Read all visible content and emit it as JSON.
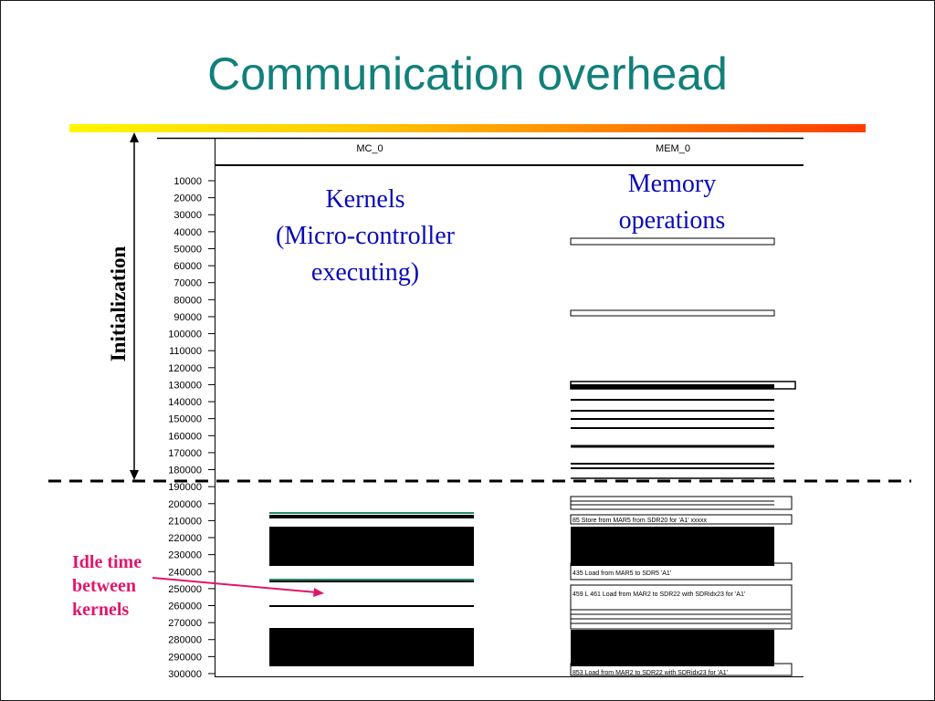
{
  "slide": {
    "title": "Communication overhead",
    "colors": {
      "title": "#12807a",
      "annotation": "#0a0ab8",
      "idle": "#e0166c"
    }
  },
  "timeline": {
    "columns": [
      "MC_0",
      "MEM_0"
    ],
    "y_ticks": [
      "10000",
      "20000",
      "30000",
      "40000",
      "50000",
      "60000",
      "70000",
      "80000",
      "90000",
      "100000",
      "110000",
      "120000",
      "130000",
      "140000",
      "150000",
      "160000",
      "170000",
      "180000",
      "190000",
      "200000",
      "210000",
      "220000",
      "230000",
      "240000",
      "250000",
      "260000",
      "270000",
      "280000",
      "290000",
      "300000"
    ],
    "mem_event_labels": [
      "85 Store from MAR5 from SDR20 for 'A1' xxxxx",
      "435 Load from MAR5 to SDR5 'A1'",
      "459 L 461 Load from MAR2 to SDR22 with SDRidx23 for 'A1'",
      "853 Load from MAR2 to SDR22 with SDRidx23 for 'A1'"
    ]
  },
  "annotations": {
    "kernels": [
      "Kernels",
      "(Micro-controller",
      "executing)"
    ],
    "memory": [
      "Memory",
      "operations"
    ],
    "initialization": "Initialization",
    "idle": [
      "Idle time",
      "between",
      "kernels"
    ]
  }
}
